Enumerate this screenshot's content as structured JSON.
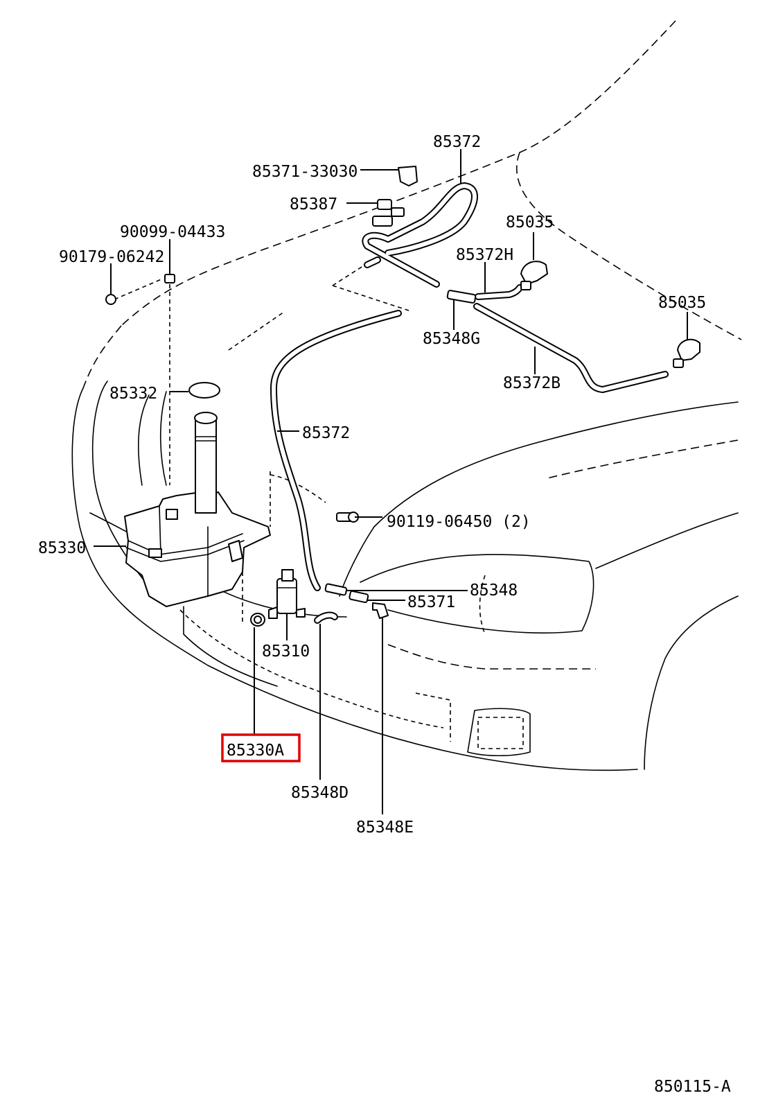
{
  "diagram_id": "850115-A",
  "highlight_color": "#e00000",
  "labels": {
    "l_85372_top": "85372",
    "l_85371_33030": "85371-33030",
    "l_85387": "85387",
    "l_85035_a": "85035",
    "l_85372h": "85372H",
    "l_90099_04433": "90099-04433",
    "l_90179_06242": "90179-06242",
    "l_85035_b": "85035",
    "l_85348g": "85348G",
    "l_85372b": "85372B",
    "l_85332": "85332",
    "l_85372_mid": "85372",
    "l_90119_06450": "90119-06450 (2)",
    "l_85330": "85330",
    "l_85348": "85348",
    "l_85371": "85371",
    "l_85310": "85310",
    "l_85330a": "85330A",
    "l_85348d": "85348D",
    "l_85348e": "85348E"
  }
}
